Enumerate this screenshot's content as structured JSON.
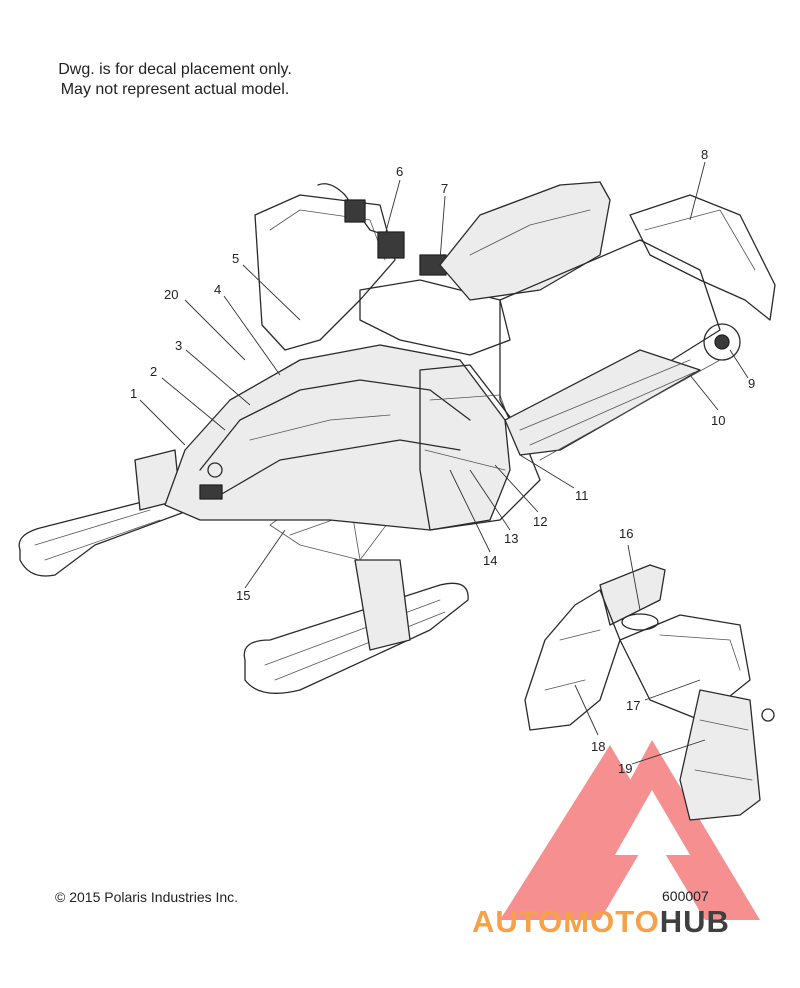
{
  "notes": {
    "line1": "Dwg. is for decal placement only.",
    "line2": "May not represent actual model."
  },
  "copyright": "© 2015 Polaris Industries Inc.",
  "part_number": "600007",
  "watermark": {
    "brand_part1": "AUTOMOTO",
    "brand_part2": "HUB",
    "colors": {
      "triangle": "#f36b6b",
      "brand_orange": "#f7a04a",
      "brand_gray": "#3f3f3f"
    }
  },
  "callouts": [
    {
      "label": "1"
    },
    {
      "label": "2"
    },
    {
      "label": "3"
    },
    {
      "label": "4"
    },
    {
      "label": "5"
    },
    {
      "label": "6"
    },
    {
      "label": "7"
    },
    {
      "label": "8"
    },
    {
      "label": "9"
    },
    {
      "label": "10"
    },
    {
      "label": "11"
    },
    {
      "label": "12"
    },
    {
      "label": "13"
    },
    {
      "label": "14"
    },
    {
      "label": "15"
    },
    {
      "label": "16"
    },
    {
      "label": "17"
    },
    {
      "label": "18"
    },
    {
      "label": "19"
    },
    {
      "label": "20"
    }
  ]
}
